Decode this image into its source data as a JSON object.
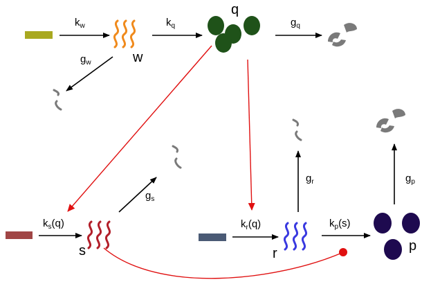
{
  "colors": {
    "gene_w": "#a8a820",
    "mrna_w": "#f08a1c",
    "protein_q": "#1f5219",
    "protein_q_label": "#2e6b2a",
    "degraded": "#7a7a7a",
    "gene_s": "#a04545",
    "mrna_s": "#b21f2a",
    "mrna_s_label": "#d07820",
    "gene_r": "#4a5a75",
    "mrna_r": "#3939e0",
    "mrna_r_label": "#2a2ae0",
    "protein_p": "#1e0a4f",
    "protein_p_label": "#8a3ec0",
    "regulation_arrow": "#e01010",
    "arrow": "#000000"
  },
  "species": {
    "w": "w",
    "q": "q",
    "s": "s",
    "r": "r",
    "p": "p"
  },
  "rates": {
    "kw": {
      "base": "k",
      "sub": "w",
      "suffix": ""
    },
    "kq": {
      "base": "k",
      "sub": "q",
      "suffix": ""
    },
    "gq": {
      "base": "g",
      "sub": "q",
      "suffix": ""
    },
    "gw": {
      "base": "g",
      "sub": "w",
      "suffix": ""
    },
    "gs": {
      "base": "g",
      "sub": "s",
      "suffix": ""
    },
    "gr": {
      "base": "g",
      "sub": "r",
      "suffix": ""
    },
    "gp": {
      "base": "g",
      "sub": "p",
      "suffix": ""
    },
    "ks": {
      "base": "k",
      "sub": "s",
      "suffix": "(q)"
    },
    "kr": {
      "base": "k",
      "sub": "r",
      "suffix": "(q)"
    },
    "kp": {
      "base": "k",
      "sub": "p",
      "suffix": "(s)"
    }
  }
}
